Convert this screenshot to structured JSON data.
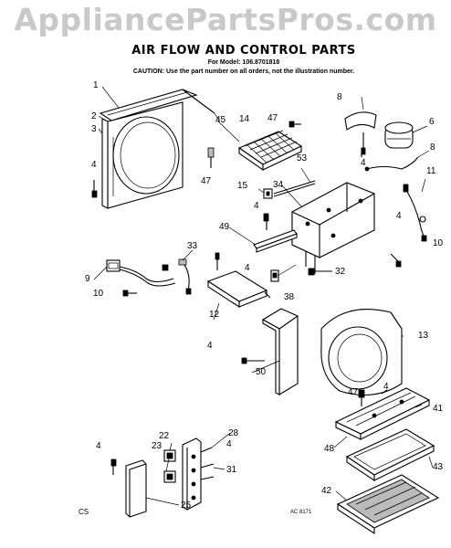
{
  "watermark": "AppliancePartsPros.com",
  "header": {
    "title": "AIR FLOW AND CONTROL PARTS",
    "model_line": "For Model: 106.8701818",
    "caution": "CAUTION: Use the part number on all orders, not the illustration number."
  },
  "callouts": {
    "n1": "1",
    "n2": "2",
    "n3": "3",
    "n4a": "4",
    "n45": "45",
    "n47a": "47",
    "n14": "14",
    "n47b": "47",
    "n8a": "8",
    "n6": "6",
    "n8b": "8",
    "n4b": "4",
    "n53": "53",
    "n11": "11",
    "n15": "15",
    "n34": "34",
    "n4c": "4",
    "n49": "49",
    "n10a": "10",
    "n33": "33",
    "n9": "9",
    "n10b": "10",
    "n4d": "4",
    "n4e": "4",
    "n32": "32",
    "n38": "38",
    "n12": "12",
    "n13": "13",
    "n4f": "4",
    "n50": "50",
    "n47c": "47",
    "n4g": "4",
    "n41": "41",
    "n48": "48",
    "n22": "22",
    "n28": "28",
    "n23": "23",
    "n4h": "4",
    "n4i": "4",
    "n31": "31",
    "n43": "43",
    "n42": "42",
    "n25": "25"
  },
  "footer": {
    "left_code": "CS",
    "right_code": "AC 8171"
  }
}
